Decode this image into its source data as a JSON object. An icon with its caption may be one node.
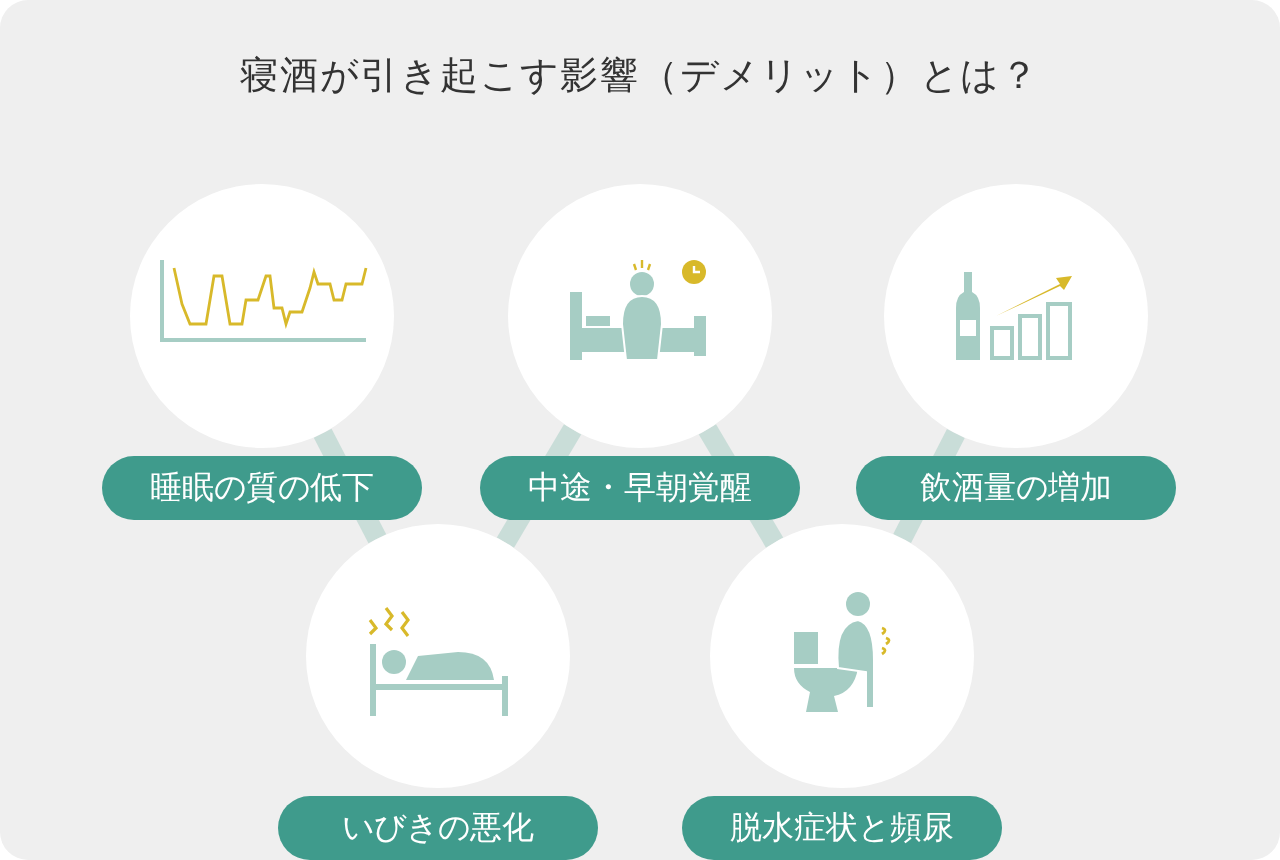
{
  "diagram": {
    "title": "寝酒が引き起こす影響（デメリット）とは？",
    "nodes": [
      {
        "text": [
          "睡眠の質の低下"
        ]
      },
      {
        "text": [
          "中途・早朝覚醒"
        ]
      },
      {
        "text": [
          "飲酒量の増加"
        ]
      },
      {
        "text": [
          "いびきの悪化"
        ]
      },
      {
        "text": [
          "脱水症状と頻尿"
        ]
      }
    ],
    "edges": [
      {
        "from": 0,
        "to": 3,
        "arrow": "none"
      },
      {
        "from": 3,
        "to": 1,
        "arrow": "none"
      },
      {
        "from": 1,
        "to": 4,
        "arrow": "none"
      },
      {
        "from": 4,
        "to": 2,
        "arrow": "none"
      }
    ]
  }
}
